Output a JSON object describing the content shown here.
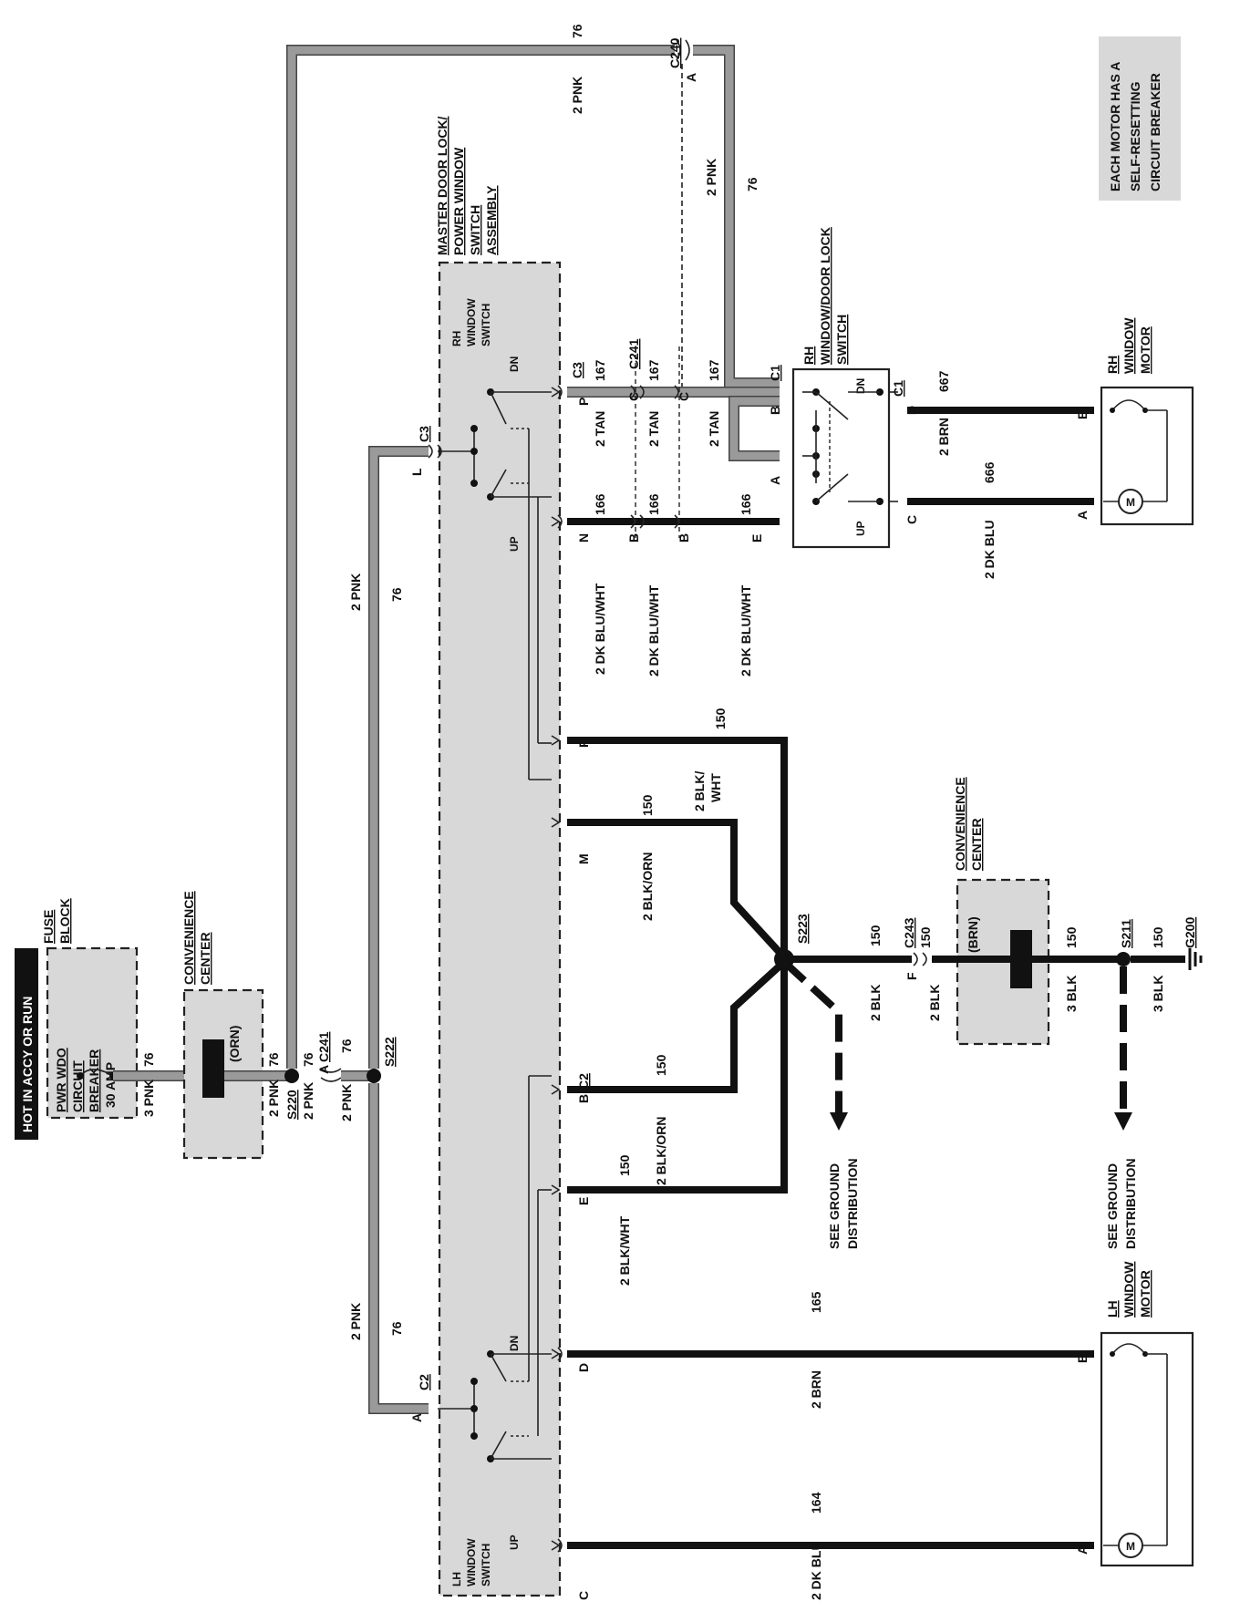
{
  "header": {
    "hot_label": "HOT IN ACCY OR RUN"
  },
  "note": [
    "EACH MOTOR HAS A",
    "SELF-RESETTING",
    "CIRCUIT BREAKER"
  ],
  "fuse_block": {
    "title": [
      "FUSE",
      "BLOCK"
    ],
    "breaker": [
      "PWR WDO",
      "CIRCUIT",
      "BREAKER"
    ],
    "rating": "30 AMP"
  },
  "convenience_center_1": {
    "title": [
      "CONVENIENCE",
      "CENTER"
    ],
    "color": "(ORN)"
  },
  "convenience_center_2": {
    "title": [
      "CONVENIENCE",
      "CENTER"
    ],
    "color": "(BRN)"
  },
  "master_switch": {
    "title": [
      "MASTER DOOR LOCK/",
      "POWER WINDOW",
      "SWITCH",
      "ASSEMBLY"
    ],
    "rh_switch": [
      "RH",
      "WINDOW",
      "SWITCH"
    ],
    "lh_switch": [
      "LH",
      "WINDOW",
      "SWITCH"
    ],
    "dn": "DN",
    "up": "UP"
  },
  "rh_window_door_lock_switch": {
    "title": [
      "RH",
      "WINDOW/DOOR LOCK",
      "SWITCH"
    ],
    "dn": "DN",
    "up": "UP"
  },
  "rh_window_motor": {
    "title": [
      "RH",
      "WINDOW",
      "MOTOR"
    ]
  },
  "lh_window_motor": {
    "title": [
      "LH",
      "WINDOW",
      "MOTOR"
    ]
  },
  "motor_symbol": "M",
  "connectors": {
    "c240": "C240",
    "c241": "C241",
    "c3": "C3",
    "c2": "C2",
    "c1": "C1",
    "c243": "C243",
    "s220": "S220",
    "s222": "S222",
    "s223": "S223",
    "s211": "S211",
    "g200": "G200"
  },
  "pins": {
    "A": "A",
    "B": "B",
    "C": "C",
    "D": "D",
    "E": "E",
    "F": "F",
    "L": "L",
    "M": "M",
    "N": "N",
    "P": "P",
    "R": "R"
  },
  "wires": {
    "pnk3": "3 PNK",
    "pnk2": "2 PNK",
    "c76": "76",
    "tan2": "2 TAN",
    "c167": "167",
    "dkbluwht2": "2 DK BLU/WHT",
    "c166": "166",
    "brn2": "2 BRN",
    "c667": "667",
    "c165": "165",
    "dkblu2": "2 DK BLU",
    "c666": "666",
    "c164": "164",
    "blkwht2": "2 BLK/WHT",
    "blkwht2a": "2 BLK/",
    "blkwht2b": "WHT",
    "blkorn2": "2 BLK/ORN",
    "c150": "150",
    "blk2": "2 BLK",
    "blk3": "3 BLK"
  },
  "ground_ref": [
    "SEE GROUND",
    "DISTRIBUTION"
  ]
}
